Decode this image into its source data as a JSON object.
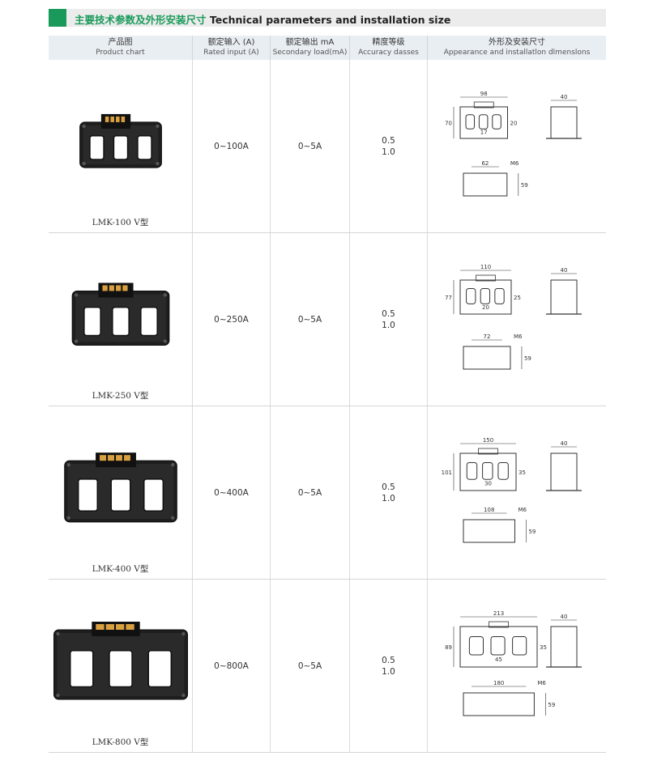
{
  "header": {
    "title_zh": "主要技术参数及外形安装尺寸",
    "title_en": "Technical parameters and installation size",
    "accent_color": "#1a9a5a"
  },
  "columns": [
    {
      "zh": "产品图",
      "en": "Product chart"
    },
    {
      "zh": "额定输入 (A)",
      "en": "Rated input (A)"
    },
    {
      "zh": "额定输出 mA",
      "en": "Secondary load(mA)"
    },
    {
      "zh": "精度等级",
      "en": "Accuracy dasses"
    },
    {
      "zh": "外形及安装尺寸",
      "en": "Appearance and installatlon dlmenslons"
    }
  ],
  "rows": [
    {
      "model": "LMK-100 V型",
      "rated_input": "0~100A",
      "secondary": "0~5A",
      "accuracy": [
        "0.5",
        "1.0"
      ],
      "dims": {
        "width": "98",
        "height": "70",
        "window_h": "20",
        "window_w": "17",
        "depth": "40",
        "mount": "62",
        "bolt": "M6",
        "side_h": "59"
      }
    },
    {
      "model": "LMK-250 V型",
      "rated_input": "0~250A",
      "secondary": "0~5A",
      "accuracy": [
        "0.5",
        "1.0"
      ],
      "dims": {
        "width": "110",
        "height": "77",
        "window_h": "25",
        "window_w": "20",
        "depth": "40",
        "mount": "72",
        "bolt": "M6",
        "side_h": "59"
      }
    },
    {
      "model": "LMK-400 V型",
      "rated_input": "0~400A",
      "secondary": "0~5A",
      "accuracy": [
        "0.5",
        "1.0"
      ],
      "dims": {
        "width": "150",
        "height": "101",
        "window_h": "35",
        "window_w": "30",
        "depth": "40",
        "mount": "108",
        "bolt": "M6",
        "side_h": "59"
      }
    },
    {
      "model": "LMK-800 V型",
      "rated_input": "0~800A",
      "secondary": "0~5A",
      "accuracy": [
        "0.5",
        "1.0"
      ],
      "dims": {
        "width": "213",
        "height": "89",
        "window_h": "35",
        "window_w": "45",
        "depth": "40",
        "mount": "180",
        "bolt": "M6",
        "side_h": "59"
      }
    }
  ]
}
